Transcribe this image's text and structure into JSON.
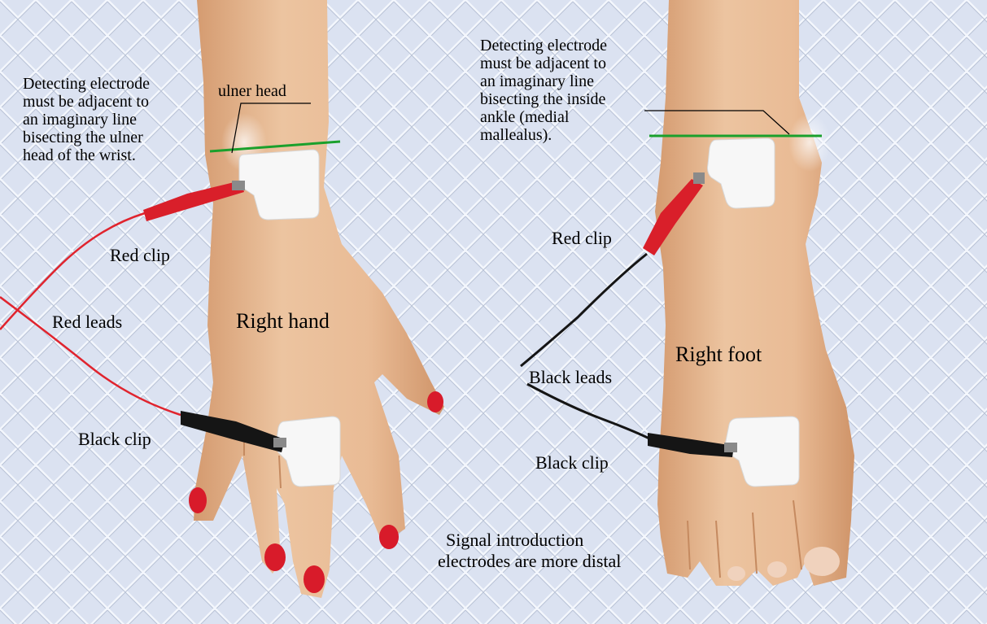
{
  "hand": {
    "note": [
      "Detecting electrode",
      "must be adjacent to",
      "an imaginary line",
      "bisecting the ulner",
      "head of the wrist."
    ],
    "ulner_head": "ulner head",
    "red_clip": "Red clip",
    "red_leads": "Red leads",
    "title": "Right hand",
    "black_clip": "Black clip"
  },
  "foot": {
    "note": [
      "Detecting electrode",
      "must be adjacent to",
      "an imaginary line",
      "bisecting the inside",
      "ankle (medial",
      "mallealus)."
    ],
    "red_clip": "Red clip",
    "title": "Right foot",
    "black_leads": "Black leads",
    "black_clip": "Black clip"
  },
  "caption": [
    "Signal introduction",
    "electrodes are more distal"
  ],
  "colors": {
    "background": "#dbe2f1",
    "lattice": "#f4f7fd",
    "skin": "#e9bd98",
    "skin_shade": "#d29c72",
    "red_lead": "#e0242e",
    "black_lead": "#151515",
    "bisect_line": "#1aa02c",
    "electrode_pad": "#f7f7f7"
  }
}
